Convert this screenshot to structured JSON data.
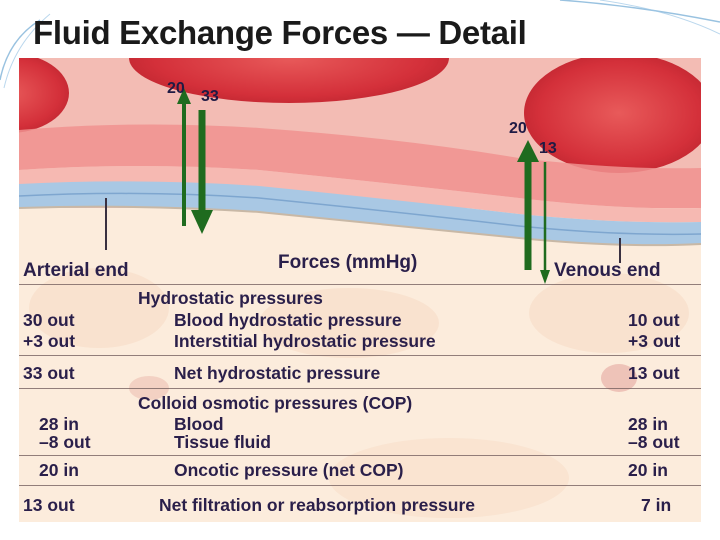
{
  "title": "Fluid Exchange Forces — Detail",
  "colors": {
    "arrow": "#1f6b1f",
    "text": "#2a1f4a",
    "blood_cell": "#d9363b",
    "vessel_wall": "#f1a6a0",
    "basement_membrane": "#aac9e3",
    "tissue": "#fbe9d8"
  },
  "arterial_arrows": {
    "up_value": "20",
    "down_value": "33"
  },
  "venous_arrows": {
    "up_value": "20",
    "down_value": "13"
  },
  "header": {
    "arterial": "Arterial end",
    "forces": "Forces (mmHg)",
    "venous": "Venous end"
  },
  "rows": {
    "hydrostatic_title": "Hydrostatic pressures",
    "blood_hydrostatic": {
      "arterial": "30 out",
      "label": "Blood hydrostatic pressure",
      "venous": "10 out"
    },
    "interstitial_hydrostatic": {
      "arterial": "+3 out",
      "label": "Interstitial hydrostatic pressure",
      "venous": "+3 out"
    },
    "net_hydrostatic": {
      "arterial": "33 out",
      "label": "Net hydrostatic  pressure",
      "venous": "13 out"
    },
    "cop_title": "Colloid osmotic pressures (COP)",
    "blood_cop": {
      "arterial": "28 in",
      "label": "Blood",
      "venous": "28 in"
    },
    "tissue_cop": {
      "arterial": "–8 out",
      "label": "Tissue fluid",
      "venous": "–8 out"
    },
    "oncotic": {
      "arterial": "20 in",
      "label": "Oncotic pressure (net COP)",
      "venous": "20 in"
    },
    "net_filtration": {
      "arterial": "13 out",
      "label": "Net filtration or reabsorption pressure",
      "venous": "7 in"
    }
  }
}
